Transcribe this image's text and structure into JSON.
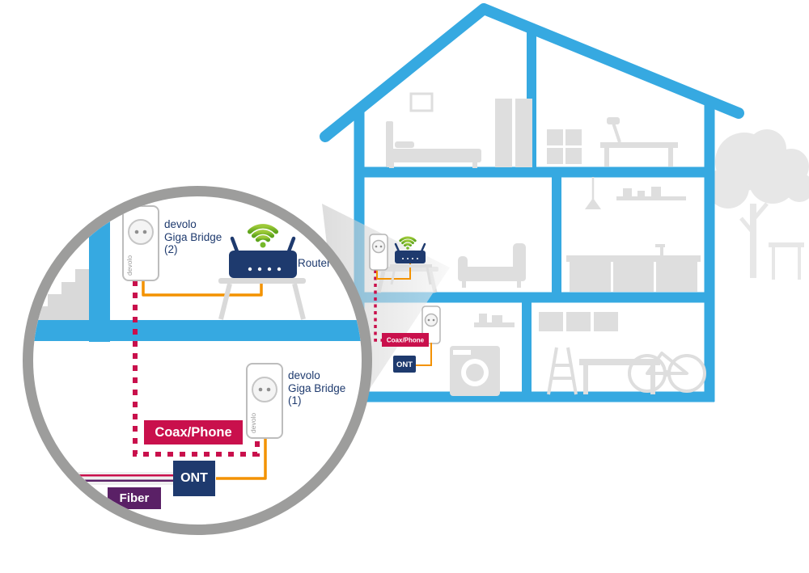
{
  "magnifier": {
    "bridge2_label": "devolo\nGiga Bridge\n(2)",
    "router_label": "Router",
    "bridge1_label": "devolo\nGiga Bridge\n(1)",
    "coax_badge": "Coax/Phone",
    "ont_label": "ONT",
    "fiber_label": "Fiber",
    "brand": "devolo"
  },
  "house_scene": {
    "coax_badge": "Coax/Phone",
    "ont_label": "ONT"
  },
  "colors": {
    "house_blue": "#36A9E1",
    "furniture_gray": "#DEDEDE",
    "circle_border_gray": "#9D9D9C",
    "label_navy": "#1E3A6E",
    "wifi_green": "#76B82A",
    "cable_orange": "#F39200",
    "coax_red": "#C9104C",
    "fiber_purple": "#5A2066"
  }
}
